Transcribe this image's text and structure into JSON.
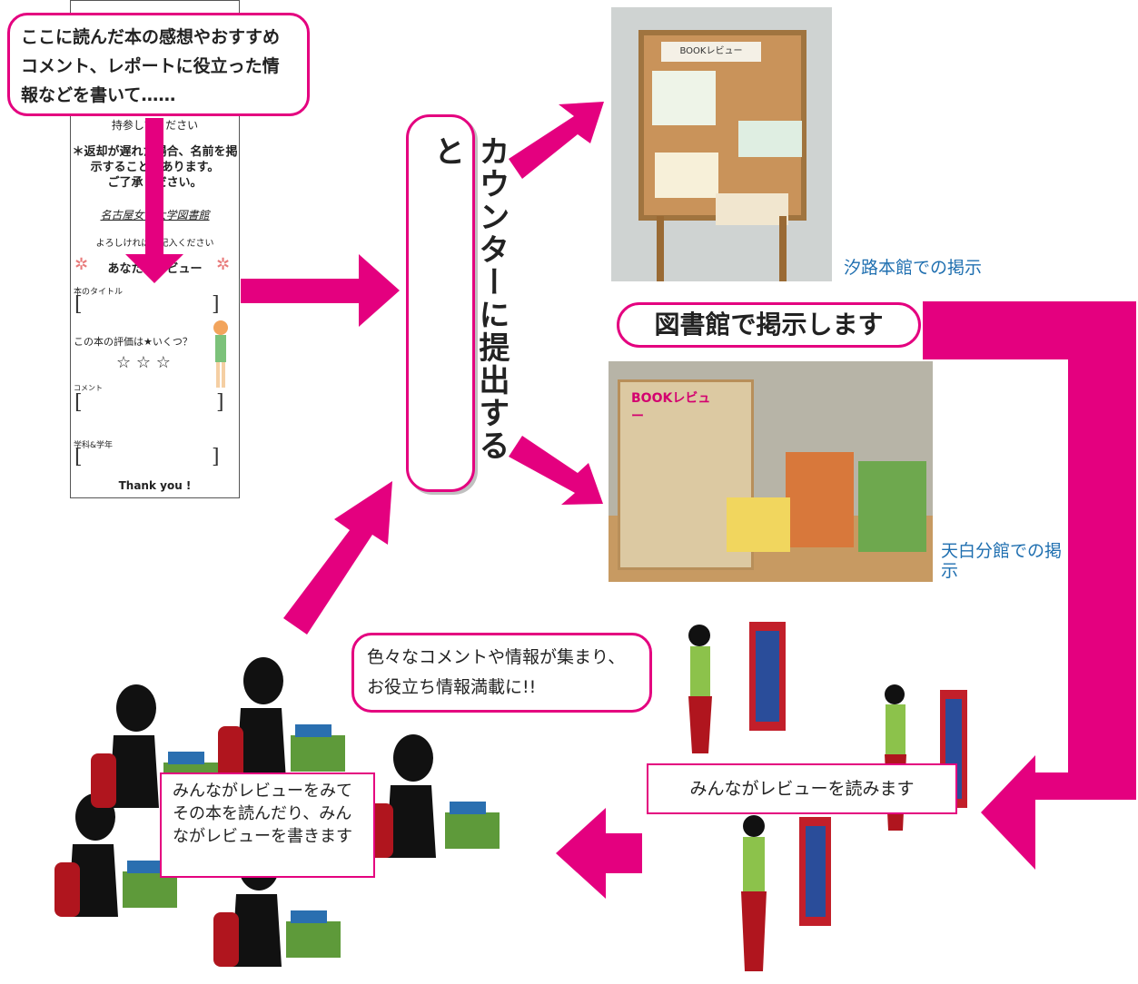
{
  "form": {
    "line1": "持参してください",
    "line2": "＊返却が遅れた場合、名前を掲",
    "line3": "示することがあります。",
    "line4": "ご了承ください。",
    "library_name": "名古屋女子大学図書館",
    "fill_prompt": "よろしければご記入ください",
    "review_heading": "あなたのレビュー",
    "title_label": "本のタイトル",
    "rating_label": "この本の評価は★いくつ？",
    "stars": "☆ ☆ ☆",
    "comment_label": "コメント",
    "dept_label": "学科&学年",
    "thanks": "Thank you !"
  },
  "bubbles": {
    "write_instruction": "ここに読んだ本の感想やおすすめコメント、レポートに役立った情報などを書いて……",
    "submit": "カウンターに提出すると",
    "display": "図書館で掲示します",
    "collect": "色々なコメントや情報が集まり、お役立ち情報満載に!!",
    "read": "みんながレビューを読みます",
    "cycle": "みんながレビューをみてその本を読んだり、みんながレビューを書きます"
  },
  "captions": {
    "main_library": "汐路本館での掲示",
    "branch_library": "天白分館での掲示"
  },
  "board": {
    "title": "BOOKレビュー",
    "branch_title": "BOOKレビュー"
  },
  "colors": {
    "accent": "#e4007f",
    "caption": "#1f6fb0"
  }
}
